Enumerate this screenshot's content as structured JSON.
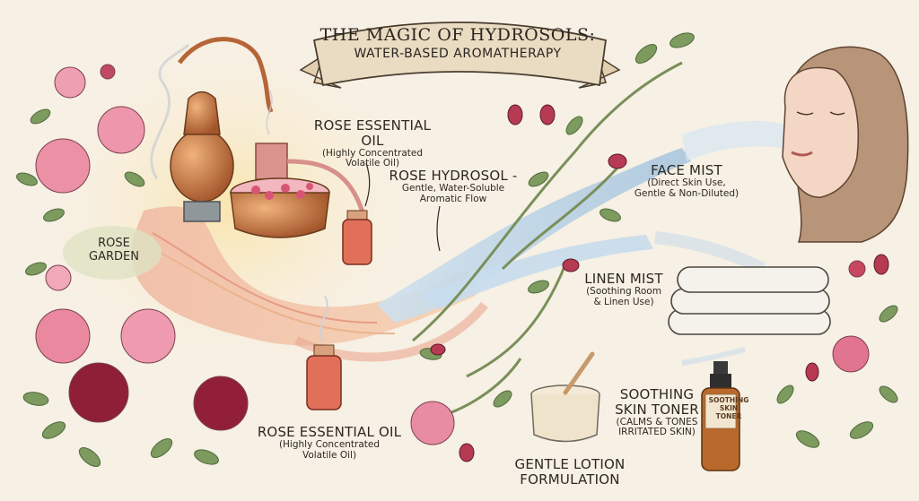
{
  "title": {
    "line1": "THE MAGIC OF HYDROSOLS:",
    "line2": "WATER-BASED AROMATHERAPY"
  },
  "labels": {
    "rose_garden": {
      "line1": "ROSE",
      "line2": "GARDEN"
    },
    "essential_oil_top": {
      "title": "ROSE ESSENTIAL OIL",
      "sub1": "(Highly Concentrated",
      "sub2": "Volatile Oil)"
    },
    "rose_hydrosol": {
      "title": "ROSE HYDROSOL -",
      "sub1": "Gentle, Water-Soluble",
      "sub2": "Aromatic Flow"
    },
    "face_mist": {
      "title": "FACE MIST",
      "sub1": "(Direct Skin Use,",
      "sub2": "Gentle & Non-Diluted)"
    },
    "linen_mist": {
      "title": "LINEN MIST",
      "sub1": "(Soothing Room",
      "sub2": "& Linen Use)"
    },
    "skin_toner": {
      "title1": "SOOTHING",
      "title2": "SKIN TONER",
      "sub1": "(CALMS & TONES",
      "sub2": "IRRITATED SKIN)"
    },
    "essential_oil_bottom": {
      "title": "ROSE ESSENTIAL OIL",
      "sub1": "(Highly Concentrated",
      "sub2": "Volatile Oil)"
    },
    "lotion": {
      "line1": "GENTLE LOTION",
      "line2": "FORMULATION"
    }
  },
  "bottle_label": {
    "line1": "SOOTHING",
    "line2": "SKIN",
    "line3": "TONER"
  },
  "colors": {
    "background": "#f7f0e4",
    "banner": "#eadcc2",
    "copper": "#c0733f",
    "rose_pink": "#e48ea0",
    "rose_dark": "#8c1f36",
    "leaf": "#6f8a55",
    "hydrosol_blue": "#bcd4e6",
    "oil_amber": "#d9684f",
    "text": "#2d2823"
  }
}
